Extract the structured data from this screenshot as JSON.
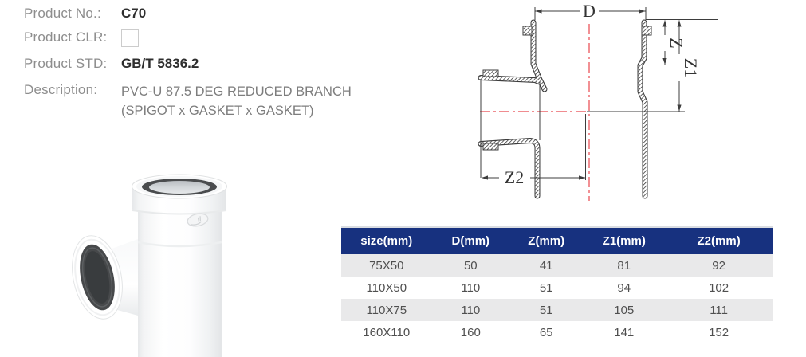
{
  "product_info": {
    "no_label": "Product No.:",
    "no_value": "C70",
    "clr_label": "Product CLR:",
    "std_label": "Product STD:",
    "std_value": "GB/T 5836.2",
    "desc_label": "Description:",
    "desc_line1": "PVC-U 87.5 DEG REDUCED BRANCH",
    "desc_line2": "(SPIGOT x GASKET x GASKET)"
  },
  "drawing": {
    "dim_d": "D",
    "dim_z": "Z",
    "dim_z1": "Z1",
    "dim_z2": "Z2",
    "centerline_color": "#e8474d",
    "line_color": "#3d3d3d"
  },
  "photo": {
    "alt": "white PVC-U reduced branch tee fitting with rubber gasket sockets"
  },
  "spec_table": {
    "headers": [
      "size(mm)",
      "D(mm)",
      "Z(mm)",
      "Z1(mm)",
      "Z2(mm)"
    ],
    "rows": [
      [
        "75X50",
        "50",
        "41",
        "81",
        "92"
      ],
      [
        "110X50",
        "110",
        "51",
        "94",
        "102"
      ],
      [
        "110X75",
        "110",
        "51",
        "105",
        "111"
      ],
      [
        "160X110",
        "160",
        "65",
        "141",
        "152"
      ]
    ],
    "col_widths": [
      "21%",
      "18%",
      "17%",
      "19%",
      "25%"
    ],
    "header_bg": "#17317f",
    "header_text_color": "#ffffff",
    "alt_row_bg": "#e9e9ea",
    "row_bg": "#ffffff"
  }
}
